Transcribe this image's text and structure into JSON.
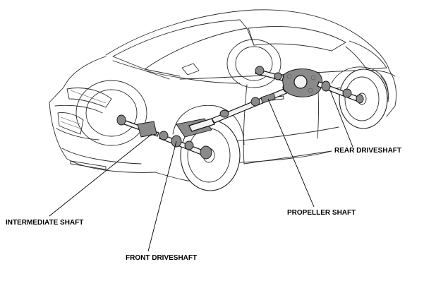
{
  "labels": {
    "rear_driveshaft": "REAR DRIVESHAFT",
    "propeller_shaft": "PROPELLER SHAFT",
    "intermediate_shaft": "INTERMEDIATE SHAFT",
    "front_driveshaft": "FRONT DRIVESHAFT"
  }
}
